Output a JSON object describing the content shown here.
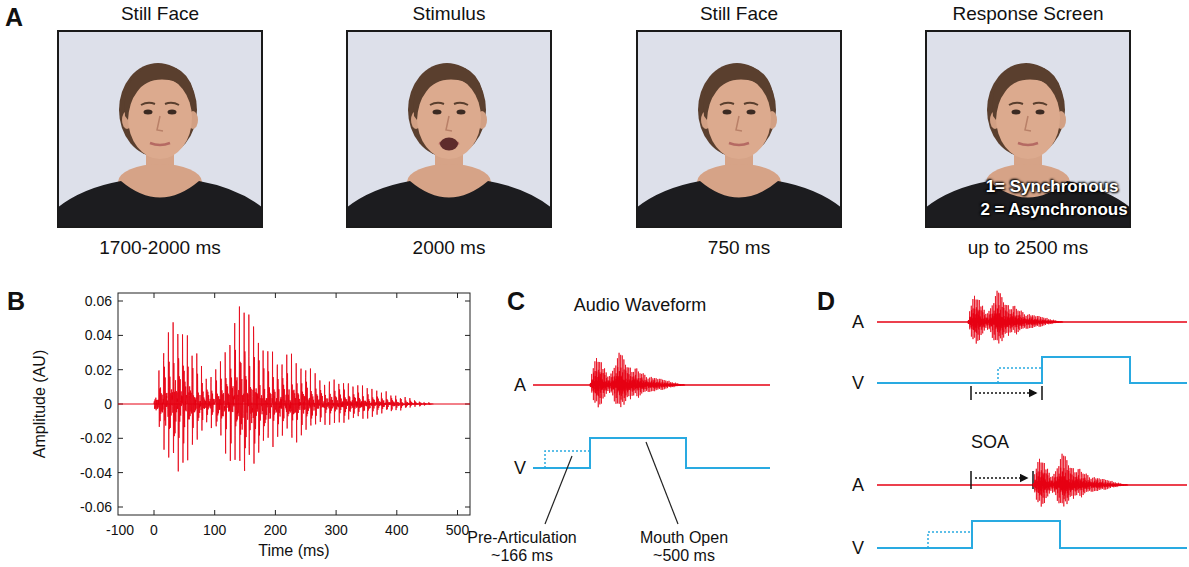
{
  "diagram": {
    "nodes": [
      {
        "text": [
          "Still Face",
          "1700-2000 ms"
        ]
      },
      {
        "text": [
          "Stimulus",
          "2000 ms"
        ]
      },
      {
        "text": [
          "Still Face",
          "750 ms"
        ]
      },
      {
        "text": [
          "Response Screen",
          "1= Synchronous",
          "2 = Asynchronous",
          "up to 2500 ms"
        ]
      }
    ],
    "labels": [
      "A",
      "B",
      "C",
      "D",
      "0.06",
      "0.04",
      "0.02",
      "0",
      "-0.02",
      "-0.04",
      "-0.06",
      "-100",
      "0",
      "100",
      "200",
      "300",
      "400",
      "500",
      "Amplitude (AU)",
      "Time (ms)",
      "Audio Waveform",
      "A",
      "V",
      "Pre-Articulation ~166 ms",
      "Mouth Open ~500 ms",
      "A",
      "V",
      "SOA",
      "A",
      "V"
    ]
  }
}
